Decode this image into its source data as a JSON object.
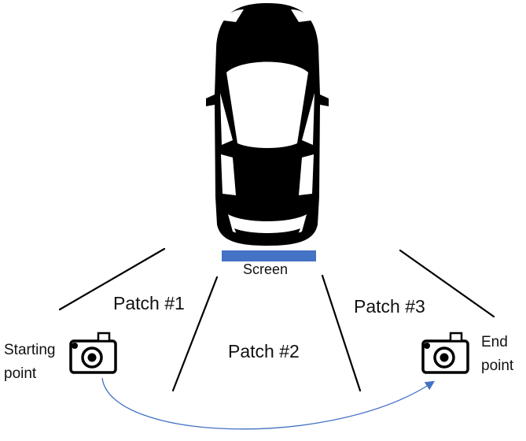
{
  "labels": {
    "screen": "Screen",
    "patch1": "Patch #1",
    "patch2": "Patch #2",
    "patch3": "Patch #3",
    "start_line1": "Starting",
    "start_line2": "point",
    "end_line1": "End",
    "end_line2": "point"
  },
  "colors": {
    "car": "#000000",
    "screen": "#4472c4",
    "arc": "#4472c4",
    "lines": "#000000"
  },
  "icons": {
    "car": "car-top-view-icon",
    "start_camera": "camera-icon",
    "end_camera": "camera-icon",
    "arc_arrow": "arrow-head-icon"
  }
}
